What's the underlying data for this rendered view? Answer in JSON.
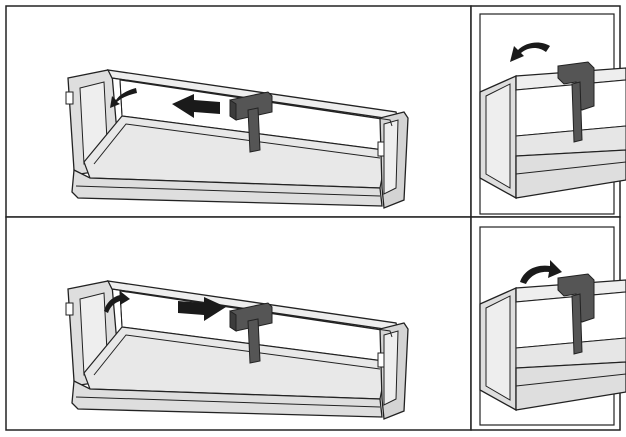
{
  "figure": {
    "panels": [
      {
        "id": "step-1-main",
        "arrow_direction": "left"
      },
      {
        "id": "step-1-detail",
        "arrow_direction": "counterclockwise"
      },
      {
        "id": "step-2-main",
        "arrow_direction": "right"
      },
      {
        "id": "step-2-detail",
        "arrow_direction": "clockwise"
      }
    ],
    "colors": {
      "line": "#222222",
      "tray_light": "#eeeeee",
      "tray_mid": "#dedede",
      "tray_dark": "#c8c8c8",
      "divider": "#555555",
      "arrow": "#1a1a1a"
    }
  }
}
